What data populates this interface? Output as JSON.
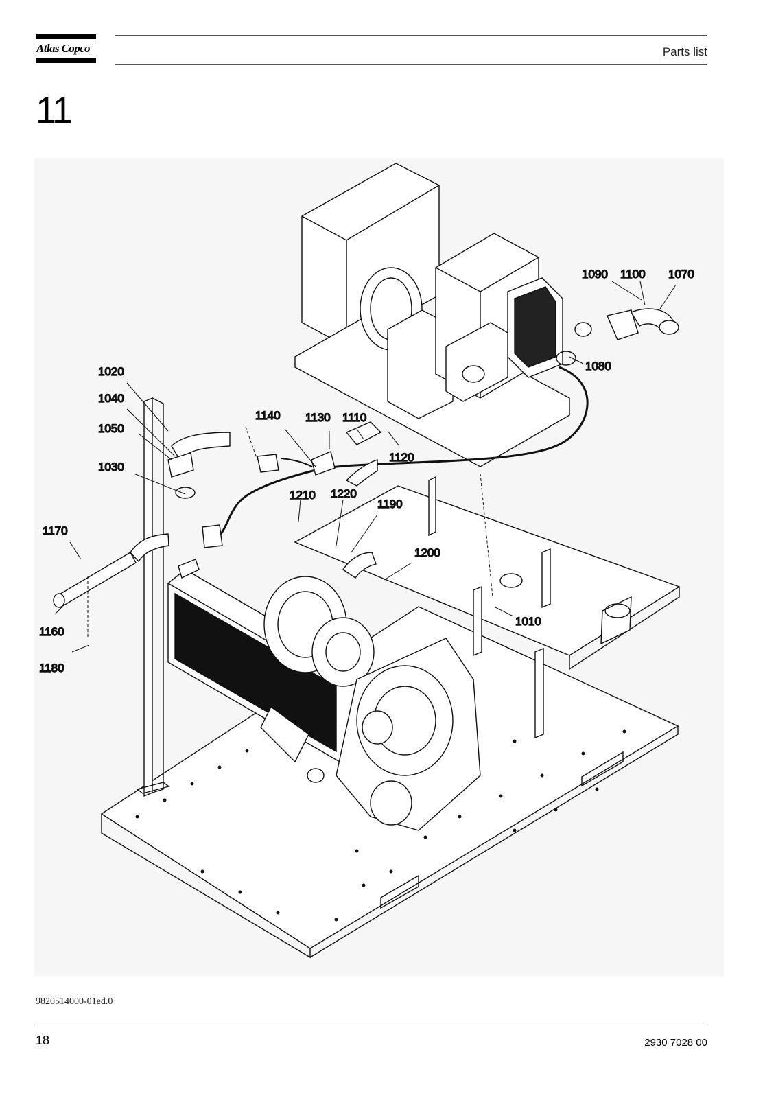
{
  "header": {
    "logo_text": "Atlas Copco",
    "title": "Parts list"
  },
  "section_number": "11",
  "drawing": {
    "callouts": [
      "1090",
      "1100",
      "1070",
      "1080",
      "1020",
      "1040",
      "1140",
      "1130",
      "1110",
      "1050",
      "1120",
      "1030",
      "1210",
      "1220",
      "1190",
      "1170",
      "1200",
      "1010",
      "1160",
      "1180"
    ]
  },
  "footer": {
    "document_code": "9820514000-01ed.0",
    "page_number": "18",
    "part_code": "2930 7028 00"
  }
}
